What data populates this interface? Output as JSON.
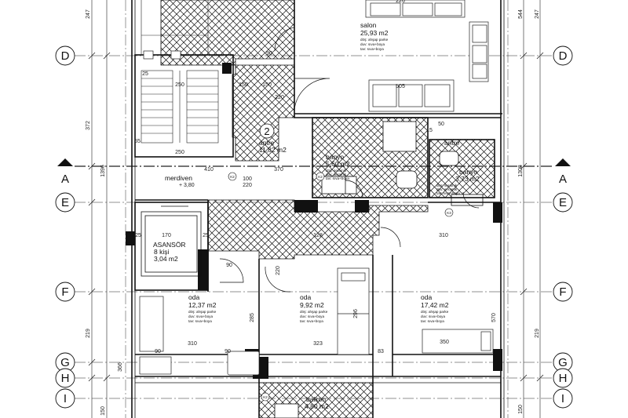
{
  "grid": {
    "rows": [
      "D",
      "A",
      "E",
      "F",
      "G",
      "H",
      "I"
    ],
    "left_dims": [
      "247",
      "372",
      "1396",
      "219",
      "366",
      "150"
    ],
    "right_dims": [
      "247",
      "544",
      "1308",
      "219",
      "150"
    ]
  },
  "rooms": {
    "salon": {
      "name": "salon",
      "area": "25,93 m2",
      "floor": "döş: ahşap parke",
      "wall": "duv: sıva+boya",
      "ceiling": "tav: sıva+boya"
    },
    "antre": {
      "number": "2",
      "name": "antre",
      "area": "11,82 m2"
    },
    "banyo1": {
      "name": "banyo",
      "area": "5,60 m2",
      "floor": "döş: seramik",
      "wall": "duv: seramik",
      "ceiling": "tav: sıva+boya"
    },
    "antre2": {
      "name": "antre"
    },
    "banyo2": {
      "name": "banyo",
      "area": "3,73 m2",
      "floor": "döş: seramik",
      "wall": "duv: seramik",
      "ceiling": "tav: sıva+boya"
    },
    "merdiven": {
      "name": "merdiven",
      "level": "+ 3,80"
    },
    "asansor": {
      "name": "ASANSÖR",
      "capacity": "8 kişi",
      "area": "3,04 m2"
    },
    "oda1": {
      "name": "oda",
      "area": "12,37 m2",
      "floor": "döş: ahşap parke",
      "wall": "duv: sıva+boya",
      "ceiling": "tav: sıva+boya"
    },
    "oda2": {
      "name": "oda",
      "area": "9,92 m2",
      "floor": "döş: ahşap parke",
      "wall": "duv: sıva+boya",
      "ceiling": "tav: sıva+boya"
    },
    "oda3": {
      "name": "oda",
      "area": "17,42 m2",
      "floor": "döş: ahşap parke",
      "wall": "duv: sıva+boya",
      "ceiling": "tav: sıva+boya"
    },
    "balkon": {
      "name": "balkon",
      "area": "4,80 m2"
    }
  },
  "dims": {
    "d226": "226",
    "d505": "505",
    "d150a": "150",
    "d150b": "150",
    "d220a": "220",
    "d90a": "90",
    "d50": "50",
    "d15": "15",
    "d370": "370",
    "d410": "410",
    "d170": "170",
    "d25a": "25",
    "d25b": "25",
    "d128": "128",
    "d310a": "310",
    "d310b": "310",
    "d323": "323",
    "d83": "83",
    "d350": "350",
    "d285": "285",
    "d296": "296",
    "d570": "570",
    "d90b": "90",
    "d90c": "90",
    "d90d": "90",
    "d220b": "220",
    "d100": "100",
    "d220c": "220",
    "d55": "55",
    "d25c": "25",
    "d250": "250",
    "d250b": "250"
  },
  "tags": {
    "k1": "K2",
    "k2": "K2",
    "k3": "K3",
    "k4": "K2"
  }
}
